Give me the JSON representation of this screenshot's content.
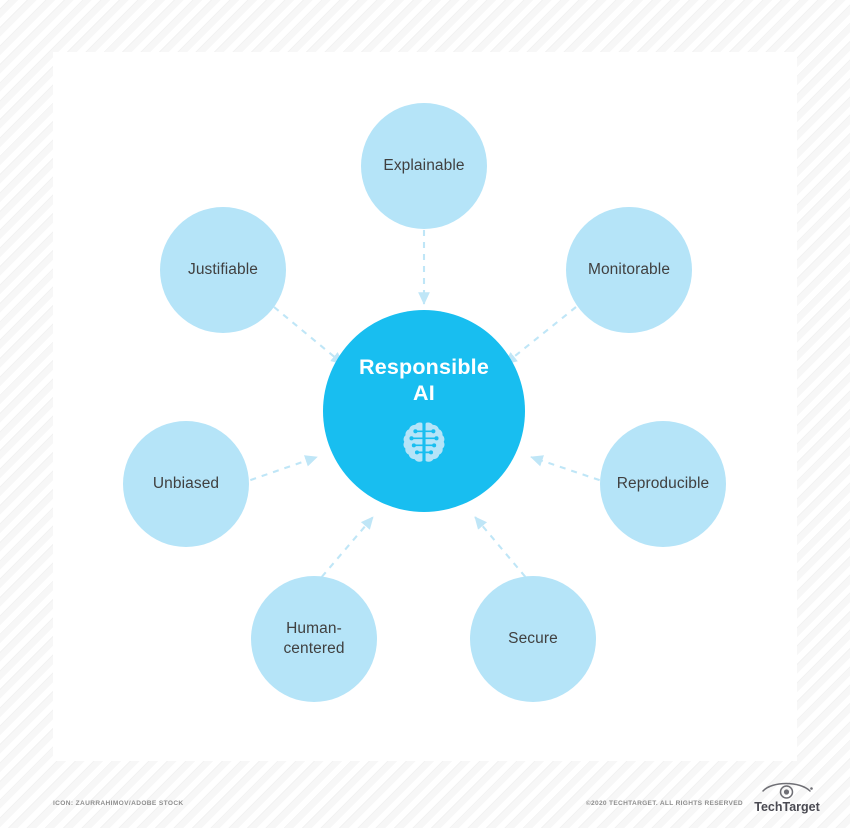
{
  "diagram": {
    "type": "hub-and-spoke",
    "hub": {
      "title": "Responsible\nAI",
      "icon": "brain-circuit-icon",
      "fill_color": "#18bef0",
      "text_color": "#ffffff"
    },
    "node_fill_color": "#b5e4f8",
    "node_text_color": "#404040",
    "connector_color": "#bfe6f7",
    "connector_style": "dashed-arrow-toward-hub",
    "nodes": [
      {
        "id": "explainable",
        "label": "Explainable",
        "position": "top"
      },
      {
        "id": "monitorable",
        "label": "Monitorable",
        "position": "top-right"
      },
      {
        "id": "reproducible",
        "label": "Reproducible",
        "position": "right"
      },
      {
        "id": "secure",
        "label": "Secure",
        "position": "bottom-right"
      },
      {
        "id": "human-centered",
        "label": "Human-\ncentered",
        "position": "bottom-left"
      },
      {
        "id": "unbiased",
        "label": "Unbiased",
        "position": "left"
      },
      {
        "id": "justifiable",
        "label": "Justifiable",
        "position": "top-left"
      }
    ]
  },
  "footer": {
    "credit": "ICON: ZAURRAHIMOV/ADOBE STOCK",
    "copyright": "©2020 TECHTARGET. ALL RIGHTS RESERVED",
    "logo_text": "TechTarget",
    "logo_icon": "eye-icon"
  }
}
